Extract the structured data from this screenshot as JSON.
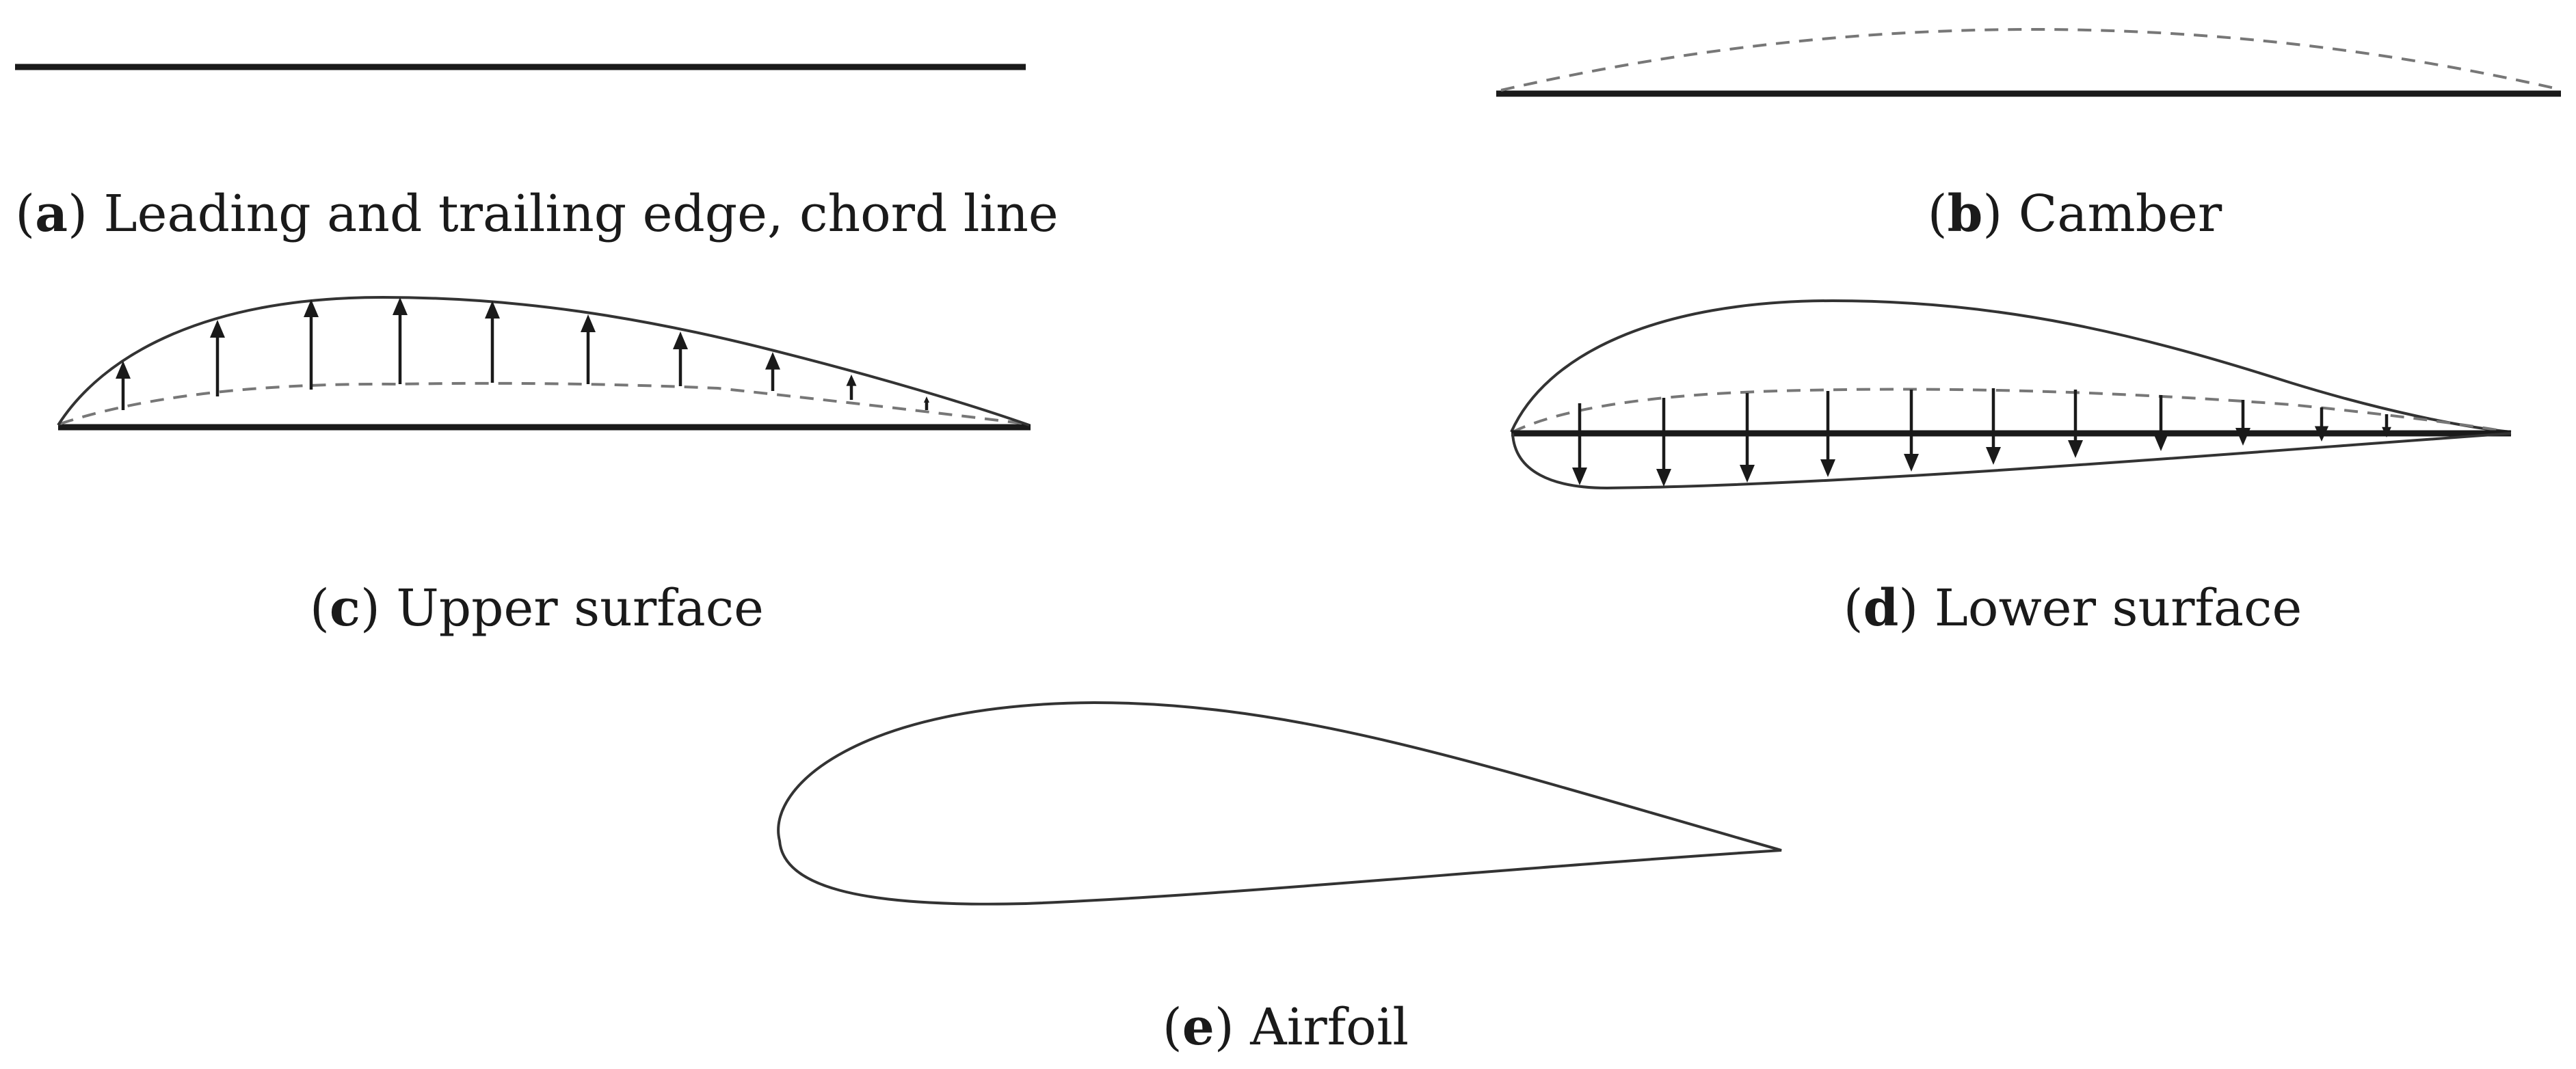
{
  "panels": {
    "a": {
      "letter": "a",
      "label": "Leading and trailing edge, chord line"
    },
    "b": {
      "letter": "b",
      "label": "Camber"
    },
    "c": {
      "letter": "c",
      "label": "Upper surface"
    },
    "d": {
      "letter": "d",
      "label": "Lower surface"
    },
    "e": {
      "letter": "e",
      "label": "Airfoil"
    }
  }
}
